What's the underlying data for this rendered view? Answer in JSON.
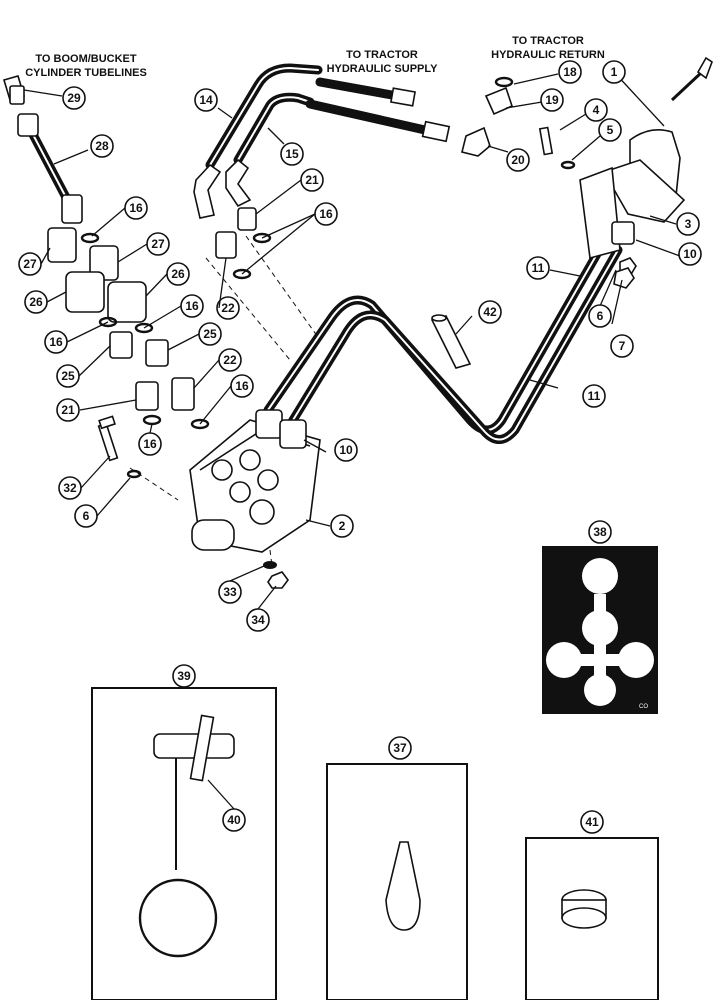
{
  "labels": {
    "boom_bucket": [
      "TO BOOM/BUCKET",
      "CYLINDER TUBELINES"
    ],
    "tractor_supply": [
      "TO TRACTOR",
      "HYDRAULIC SUPPLY"
    ],
    "tractor_return": [
      "TO TRACTOR",
      "HYDRAULIC RETURN"
    ]
  },
  "callouts": [
    "1",
    "2",
    "3",
    "4",
    "5",
    "6",
    "7",
    "10",
    "11",
    "14",
    "15",
    "16",
    "18",
    "19",
    "20",
    "21",
    "22",
    "25",
    "26",
    "27",
    "28",
    "29",
    "32",
    "33",
    "34",
    "37",
    "38",
    "39",
    "40",
    "41",
    "42"
  ],
  "decal_code": "CO",
  "colors": {
    "ink": "#111111",
    "paper": "#ffffff"
  }
}
